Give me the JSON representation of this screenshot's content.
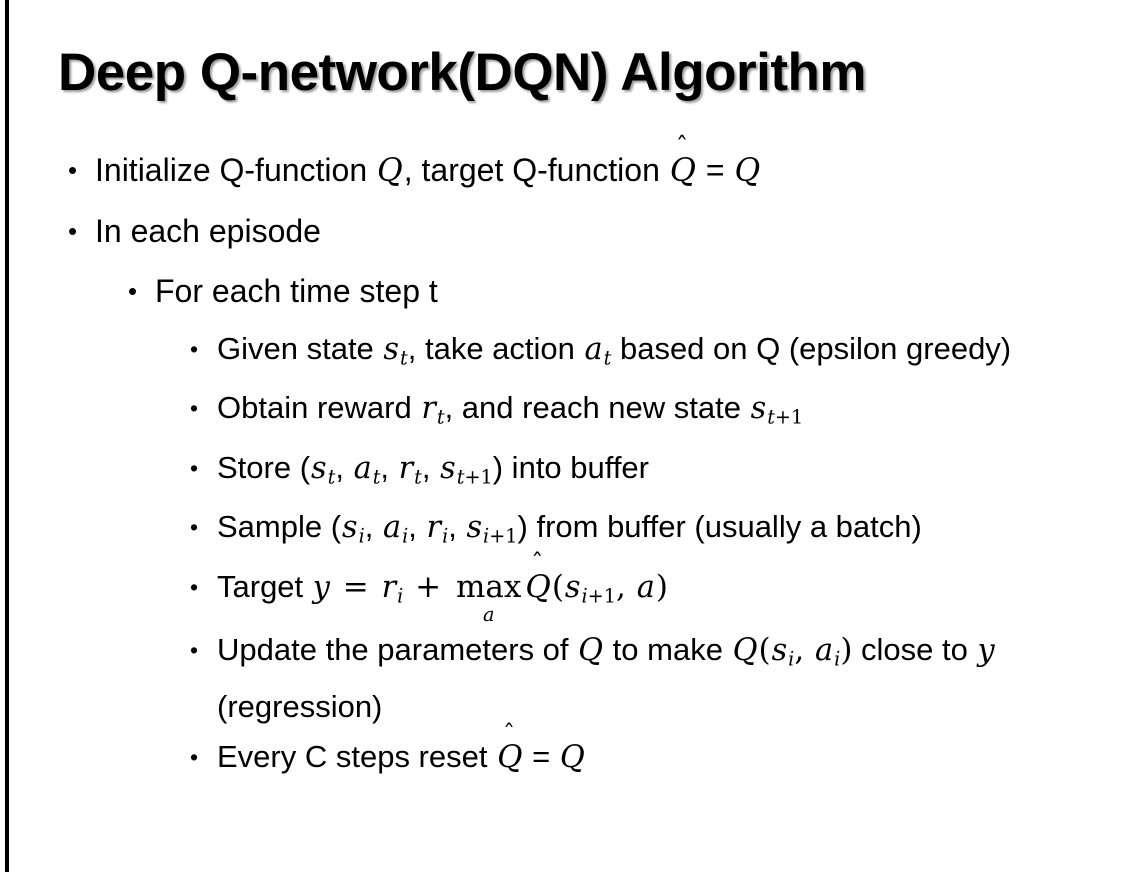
{
  "slide": {
    "title": "Deep Q-network(DQN) Algorithm",
    "bullet_glyph": "•",
    "background_color": "#ffffff",
    "text_color": "#000000",
    "left_rule_color": "#000000"
  },
  "content": {
    "bullets": [
      {
        "level": 1,
        "plain_text": "Initialize Q-function Q, target Q-function Q̂ = Q",
        "parts": [
          {
            "t": "text",
            "v": "Initialize Q-function "
          },
          {
            "t": "mi",
            "v": "Q"
          },
          {
            "t": "text",
            "v": ", target Q-function "
          },
          {
            "t": "hat",
            "v": "Q"
          },
          {
            "t": "text",
            "v": " = "
          },
          {
            "t": "mi",
            "v": "Q"
          }
        ]
      },
      {
        "level": 1,
        "plain_text": "In each episode",
        "parts": [
          {
            "t": "text",
            "v": "In each episode"
          }
        ]
      },
      {
        "level": 2,
        "plain_text": "For each time step t",
        "parts": [
          {
            "t": "text",
            "v": "For each time step t"
          }
        ]
      },
      {
        "level": 3,
        "plain_text": "Given state s_t, take action a_t based on Q (epsilon greedy)",
        "parts": [
          {
            "t": "text",
            "v": "Given state "
          },
          {
            "t": "misub",
            "v": "s",
            "sub": "t"
          },
          {
            "t": "text",
            "v": ", take action "
          },
          {
            "t": "misub",
            "v": "a",
            "sub": "t"
          },
          {
            "t": "text",
            "v": " based on Q (epsilon greedy)"
          }
        ]
      },
      {
        "level": 3,
        "plain_text": "Obtain reward r_t, and reach new state s_t+1",
        "parts": [
          {
            "t": "text",
            "v": "Obtain reward "
          },
          {
            "t": "misub",
            "v": "r",
            "sub": "t"
          },
          {
            "t": "text",
            "v": ", and reach new state "
          },
          {
            "t": "misub",
            "v": "s",
            "sub": "t+1"
          }
        ]
      },
      {
        "level": 3,
        "plain_text": "Store (s_t, a_t, r_t, s_t+1) into buffer",
        "parts": [
          {
            "t": "text",
            "v": "Store ("
          },
          {
            "t": "misub",
            "v": "s",
            "sub": "t"
          },
          {
            "t": "text",
            "v": ", "
          },
          {
            "t": "misub",
            "v": "a",
            "sub": "t"
          },
          {
            "t": "text",
            "v": ", "
          },
          {
            "t": "misub",
            "v": "r",
            "sub": "t"
          },
          {
            "t": "text",
            "v": ", "
          },
          {
            "t": "misub",
            "v": "s",
            "sub": "t+1"
          },
          {
            "t": "text",
            "v": ") into buffer"
          }
        ]
      },
      {
        "level": 3,
        "plain_text": "Sample (s_i, a_i, r_i, s_i+1) from buffer (usually a batch)",
        "parts": [
          {
            "t": "text",
            "v": "Sample ("
          },
          {
            "t": "misub",
            "v": "s",
            "sub": "i"
          },
          {
            "t": "text",
            "v": ", "
          },
          {
            "t": "misub",
            "v": "a",
            "sub": "i"
          },
          {
            "t": "text",
            "v": ", "
          },
          {
            "t": "misub",
            "v": "r",
            "sub": "i"
          },
          {
            "t": "text",
            "v": ", "
          },
          {
            "t": "misub",
            "v": "s",
            "sub": "i+1"
          },
          {
            "t": "text",
            "v": ") from buffer (usually a batch)"
          }
        ]
      },
      {
        "level": 3,
        "plain_text": "Target y = r_i + max_a Q̂(s_i+1, a)",
        "parts": [
          {
            "t": "text",
            "v": "Target "
          },
          {
            "t": "mi",
            "v": "y"
          },
          {
            "t": "mop",
            "v": " = "
          },
          {
            "t": "misub",
            "v": "r",
            "sub": "i"
          },
          {
            "t": "mop",
            "v": " + "
          },
          {
            "t": "underset",
            "v": "max",
            "under": "a"
          },
          {
            "t": "hat",
            "v": "Q"
          },
          {
            "t": "mup",
            "v": "("
          },
          {
            "t": "misub",
            "v": "s",
            "sub": "i+1"
          },
          {
            "t": "mup",
            "v": ", "
          },
          {
            "t": "mi",
            "v": "a"
          },
          {
            "t": "mup",
            "v": ")"
          }
        ]
      },
      {
        "level": 3,
        "plain_text": "Update the parameters of Q to make Q(s_i, a_i) close to y (regression)",
        "parts": [
          {
            "t": "text",
            "v": "Update the parameters of "
          },
          {
            "t": "mi",
            "v": "Q"
          },
          {
            "t": "text",
            "v": " to make "
          },
          {
            "t": "mi",
            "v": "Q"
          },
          {
            "t": "mup",
            "v": "("
          },
          {
            "t": "misub",
            "v": "s",
            "sub": "i"
          },
          {
            "t": "mup",
            "v": ", "
          },
          {
            "t": "misub",
            "v": "a",
            "sub": "i"
          },
          {
            "t": "mup",
            "v": ")"
          },
          {
            "t": "text",
            "v": " close to "
          },
          {
            "t": "mi",
            "v": "y"
          },
          {
            "t": "text",
            "v": " (regression)"
          }
        ]
      },
      {
        "level": 3,
        "plain_text": "Every C steps reset Q̂ = Q",
        "parts": [
          {
            "t": "text",
            "v": "Every C steps reset "
          },
          {
            "t": "hat",
            "v": "Q"
          },
          {
            "t": "text",
            "v": " = "
          },
          {
            "t": "mi",
            "v": "Q"
          }
        ]
      }
    ]
  }
}
